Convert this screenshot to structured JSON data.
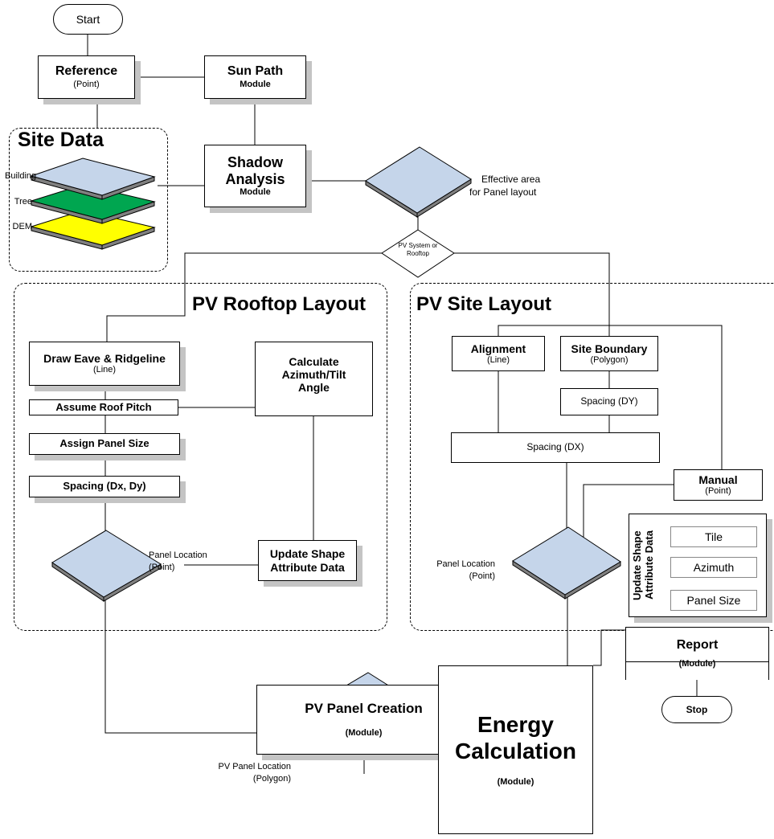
{
  "start": "Start",
  "stop": "Stop",
  "reference": {
    "title": "Reference",
    "sub": "(Point)"
  },
  "sun_path": {
    "title": "Sun Path",
    "sub": "Module"
  },
  "site_data": {
    "title": "Site Data",
    "layers": [
      "Building",
      "Tree",
      "DEM"
    ],
    "layer_colors": [
      "#c5d5ea",
      "#00a650",
      "#ffff00"
    ]
  },
  "shadow_analysis": {
    "line1": "Shadow",
    "line2": "Analysis",
    "sub": "Module"
  },
  "effective_area": {
    "line1": "Effective area",
    "line2": "for Panel layout"
  },
  "decision": {
    "line1": "PV System or",
    "line2": "Rooftop"
  },
  "rooftop": {
    "title": "PV Rooftop Layout",
    "draw_eave": {
      "title": "Draw Eave & Ridgeline",
      "sub": "(Line)"
    },
    "assume_pitch": "Assume Roof Pitch",
    "assign_panel": "Assign Panel Size",
    "spacing": "Spacing (Dx, Dy)",
    "calc_angle": {
      "line1": "Calculate",
      "line2": "Azimuth/Tilt",
      "line3": "Angle"
    },
    "update_shape": {
      "line1": "Update Shape",
      "line2": "Attribute Data"
    },
    "panel_location": {
      "line1": "Panel Location",
      "line2": "(Point)"
    }
  },
  "site": {
    "title": "PV Site Layout",
    "alignment": {
      "title": "Alignment",
      "sub": "(Line)"
    },
    "site_boundary": {
      "title": "Site Boundary",
      "sub": "(Polygon)"
    },
    "spacing_dy": "Spacing (DY)",
    "spacing_dx": "Spacing (DX)",
    "manual": {
      "title": "Manual",
      "sub": "(Point)"
    },
    "panel_location": {
      "line1": "Panel Location",
      "line2": "(Point)"
    },
    "update_shape": {
      "line1": "Update Shape",
      "line2": "Attribute Data"
    },
    "attributes": [
      "Tile",
      "Azimuth",
      "Panel Size"
    ]
  },
  "pv_panel_creation": {
    "title": "PV Panel Creation",
    "sub": "(Module)"
  },
  "pv_panel_location": {
    "line1": "PV Panel Location",
    "line2": "(Polygon)"
  },
  "energy": {
    "line1": "Energy",
    "line2": "Calculation",
    "sub": "(Module)"
  },
  "report": {
    "title": "Report",
    "sub": "(Module)"
  },
  "colors": {
    "diamond_fill": "#c5d5ea",
    "diamond_side": "#808080",
    "shadow": "#c4c4c4"
  }
}
